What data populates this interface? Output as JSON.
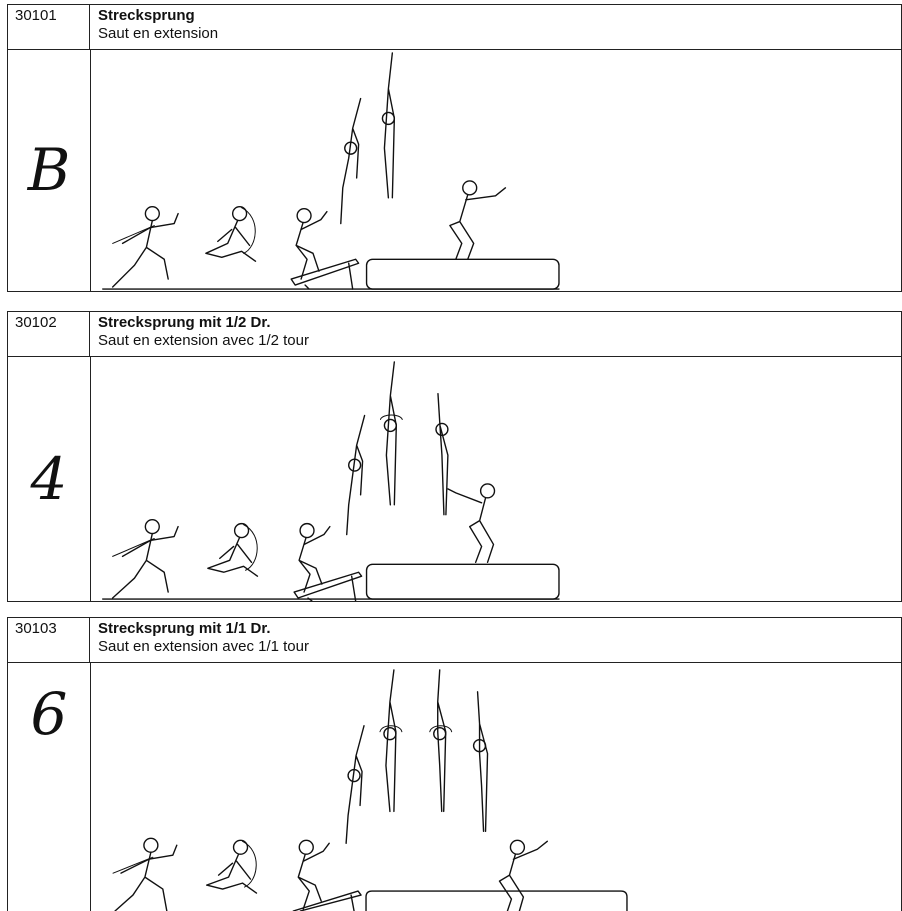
{
  "cards": [
    {
      "code": "30101",
      "title_de": "Strecksprung",
      "title_fr": "Saut en extension",
      "score": "B"
    },
    {
      "code": "30102",
      "title_de": "Strecksprung mit 1/2 Dr.",
      "title_fr": "Saut en extension avec 1/2 tour",
      "score": "4"
    },
    {
      "code": "30103",
      "title_de": "Strecksprung mit 1/1 Dr.",
      "title_fr": "Saut en extension avec 1/1 tour",
      "score": "6"
    }
  ]
}
